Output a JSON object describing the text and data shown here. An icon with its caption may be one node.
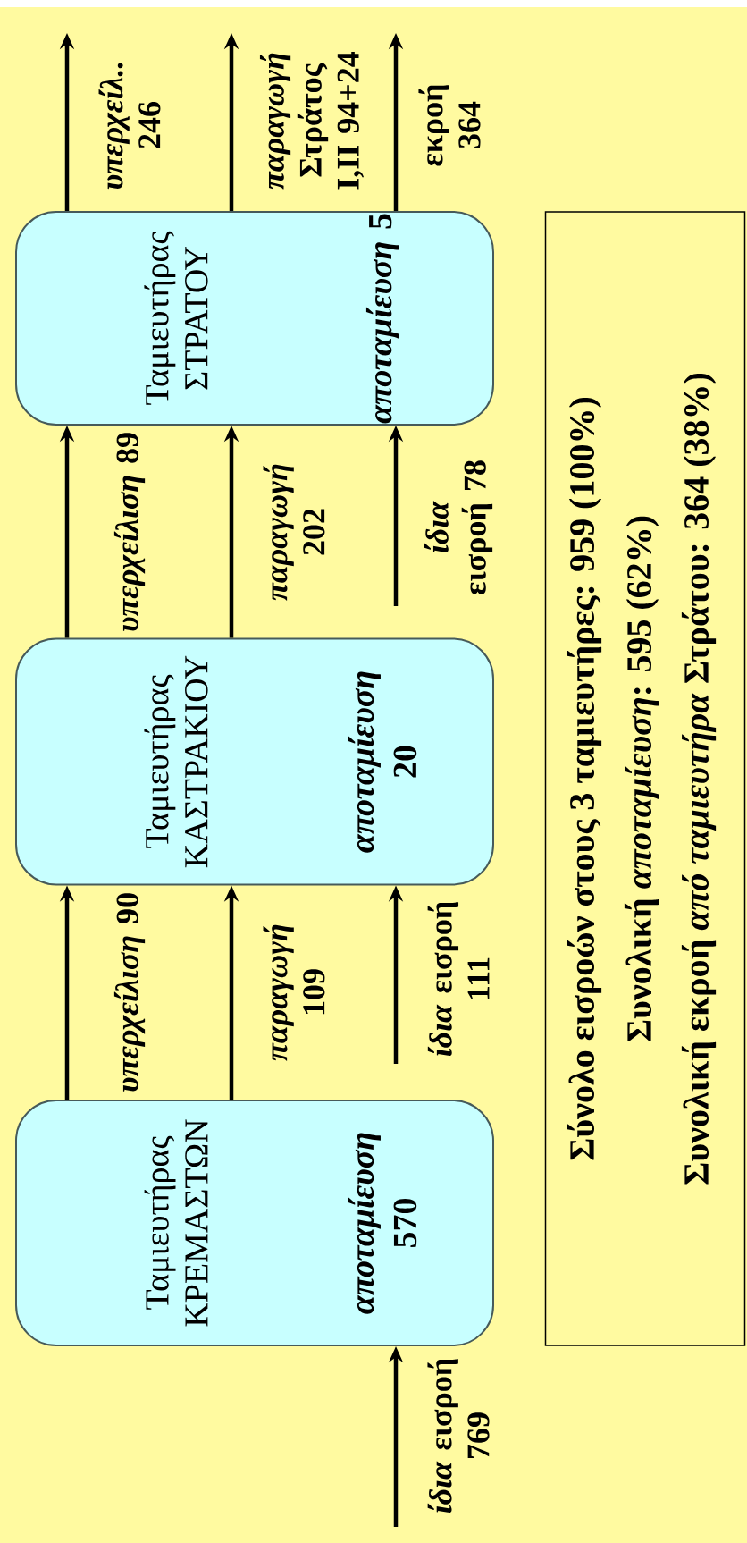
{
  "diagram": {
    "nodes": [
      {
        "text": [
          "Ταμιευτήρας ΚΡΕΜΑΣΤΩΝ",
          "*αποταμίευση* 570"
        ]
      },
      {
        "text": [
          "Ταμιευτήρας ΚΑΣΤΡΑΚΙΟΥ",
          "*αποταμίευση* 20"
        ]
      },
      {
        "text": [
          "Ταμιευτήρας ΣΤΡΑΤΟΥ",
          "*αποταμίευση* 5"
        ]
      },
      {
        "text": [
          "Σύνολο εισροών στους 3 ταμιευτήρες: 959 (100%)",
          "Συνολική *αποταμίευση*: 595 (62%)",
          "Συνολική εκροή *από ταμιευτήρα* Στράτου: 364 (38%)"
        ]
      }
    ],
    "edges": [
      {
        "from": null,
        "to": 0,
        "arrow": "to",
        "label": "*ίδια* εισροή 769"
      },
      {
        "from": 0,
        "to": 1,
        "arrow": "to",
        "label": "*υπερχείλιση* 90"
      },
      {
        "from": 0,
        "to": 1,
        "arrow": "to",
        "label": "*παραγωγή* 109"
      },
      {
        "from": null,
        "to": 1,
        "arrow": "to",
        "label": "*ίδια* εισροή 111"
      },
      {
        "from": 1,
        "to": 2,
        "arrow": "to",
        "label": "*υπερχείλιση* 89"
      },
      {
        "from": 1,
        "to": 2,
        "arrow": "to",
        "label": "*παραγωγή* 202"
      },
      {
        "from": null,
        "to": 2,
        "arrow": "to",
        "label": "*ίδια* εισροή 78"
      },
      {
        "from": 2,
        "to": null,
        "arrow": "to",
        "label": "*υπερχείλ..* 246"
      },
      {
        "from": 2,
        "to": null,
        "arrow": "to",
        "label": "*παραγωγή* Στράτος I,II 94+24"
      },
      {
        "from": 2,
        "to": null,
        "arrow": "to",
        "label": "εκροή 364"
      }
    ]
  }
}
